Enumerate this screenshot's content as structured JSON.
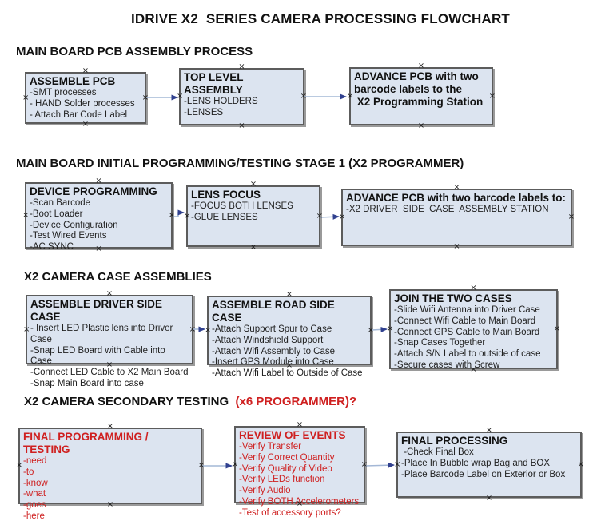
{
  "title": "IDRIVE X2  SERIES CAMERA PROCESSING FLOWCHART",
  "glyphs": {
    "handle": "×"
  },
  "colors": {
    "box_fill": "#dce4f0",
    "box_border": "#5c5c5c",
    "arrow_line": "#a4b8d6",
    "arrow_head": "#31418f",
    "red_text": "#cf2020"
  },
  "sections": [
    {
      "header": "MAIN BOARD PCB ASSEMBLY PROCESS",
      "boxes": [
        {
          "title": "ASSEMBLE PCB",
          "items": [
            "-SMT processes",
            "- HAND Solder processes",
            "- Attach Bar Code Label"
          ]
        },
        {
          "title": "TOP LEVEL ASSEMBLY",
          "items": [
            "-LENS HOLDERS",
            "-LENSES"
          ]
        },
        {
          "title": "ADVANCE PCB with two\nbarcode labels to the\n X2 Programming Station",
          "items": []
        }
      ]
    },
    {
      "header": "MAIN BOARD INITIAL PROGRAMMING/TESTING STAGE 1 (X2 PROGRAMMER)",
      "boxes": [
        {
          "title": "DEVICE PROGRAMMING",
          "items": [
            "-Scan Barcode",
            "-Boot Loader",
            "-Device Configuration",
            "-Test Wired Events",
            "-AC SYNC"
          ]
        },
        {
          "title": "LENS FOCUS",
          "items": [
            "-FOCUS BOTH LENSES",
            "-GLUE LENSES"
          ]
        },
        {
          "title": "ADVANCE PCB with two barcode labels to:",
          "items": [
            "-X2 DRIVER  SIDE  CASE  ASSEMBLY STATION"
          ]
        }
      ]
    },
    {
      "header": "X2 CAMERA CASE ASSEMBLIES",
      "boxes": [
        {
          "title": "ASSEMBLE DRIVER SIDE CASE",
          "items": [
            "- Insert LED Plastic lens into Driver Case",
            "-Snap LED Board with Cable into Case",
            "-Connect LED Cable to X2 Main Board",
            "-Snap Main Board into case"
          ]
        },
        {
          "title": "ASSEMBLE ROAD SIDE CASE",
          "items": [
            "-Attach Support Spur to Case",
            "-Attach Windshield Support",
            "-Attach Wifi Assembly to Case",
            "-Insert GPS Module into Case",
            "-Attach Wifi Label to Outside of Case"
          ]
        },
        {
          "title": "JOIN THE TWO CASES",
          "items": [
            "-Slide Wifi Antenna into Driver Case",
            "-Connect Wifi Cable to Main Board",
            "-Connect GPS Cable to Main Board",
            "-Snap Cases Together",
            "-Attach S/N Label to outside of case",
            "-Secure cases with Screw"
          ]
        }
      ]
    },
    {
      "header": "X2 CAMERA SECONDARY TESTING ",
      "header_red": " (x6 PROGRAMMER)?",
      "boxes": [
        {
          "title": "FINAL PROGRAMMING / TESTING",
          "items": [
            "-need",
            "-to",
            "-know",
            "-what",
            "-goes",
            "-here"
          ]
        },
        {
          "title": "REVIEW OF EVENTS",
          "items": [
            "-Verify Transfer",
            "-Verify Correct Quantity",
            "-Verify Quality of Video",
            "-Verify LEDs function",
            "-Verify Audio",
            "-Verify BOTH Accelerometers",
            "-Test of accessory ports?"
          ]
        },
        {
          "title": "FINAL PROCESSING",
          "items": [
            " -Check Final Box",
            "-Place In Bubble wrap Bag and BOX",
            "-Place Barcode Label on Exterior or Box"
          ]
        }
      ]
    }
  ]
}
